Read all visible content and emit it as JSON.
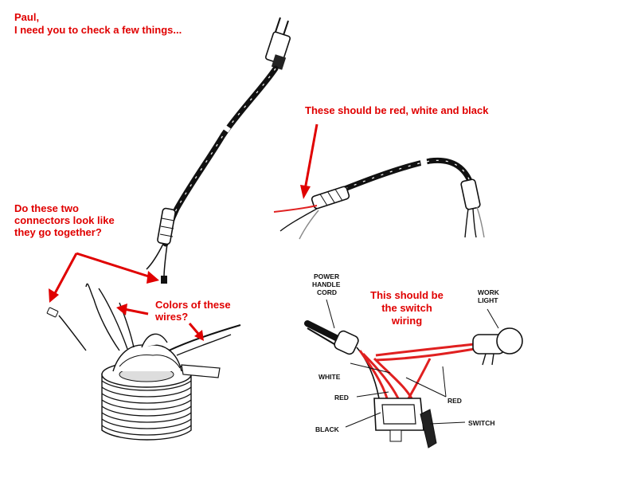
{
  "colors": {
    "annotation": "#e00000",
    "line_art": "#111111",
    "red_wire": "#e02020"
  },
  "notes": {
    "greeting": "Paul,",
    "intro": "I need you to check a few things...",
    "connectors_line1": "Do these two",
    "connectors_line2": "connectors look like",
    "connectors_line3": "they go together?",
    "colors_line1": "Colors of these",
    "colors_line2": "wires?",
    "cord_colors": "These should be red, white and black",
    "switch_line1": "This should be",
    "switch_line2": "the switch",
    "switch_line3": "wiring"
  },
  "diagram_labels": {
    "power_cord_line1": "POWER",
    "power_cord_line2": "HANDLE",
    "power_cord_line3": "CORD",
    "work_light_line1": "WORK",
    "work_light_line2": "LIGHT",
    "white": "WHITE",
    "red_left": "RED",
    "red_right": "RED",
    "black": "BLACK",
    "switch": "SWITCH"
  }
}
